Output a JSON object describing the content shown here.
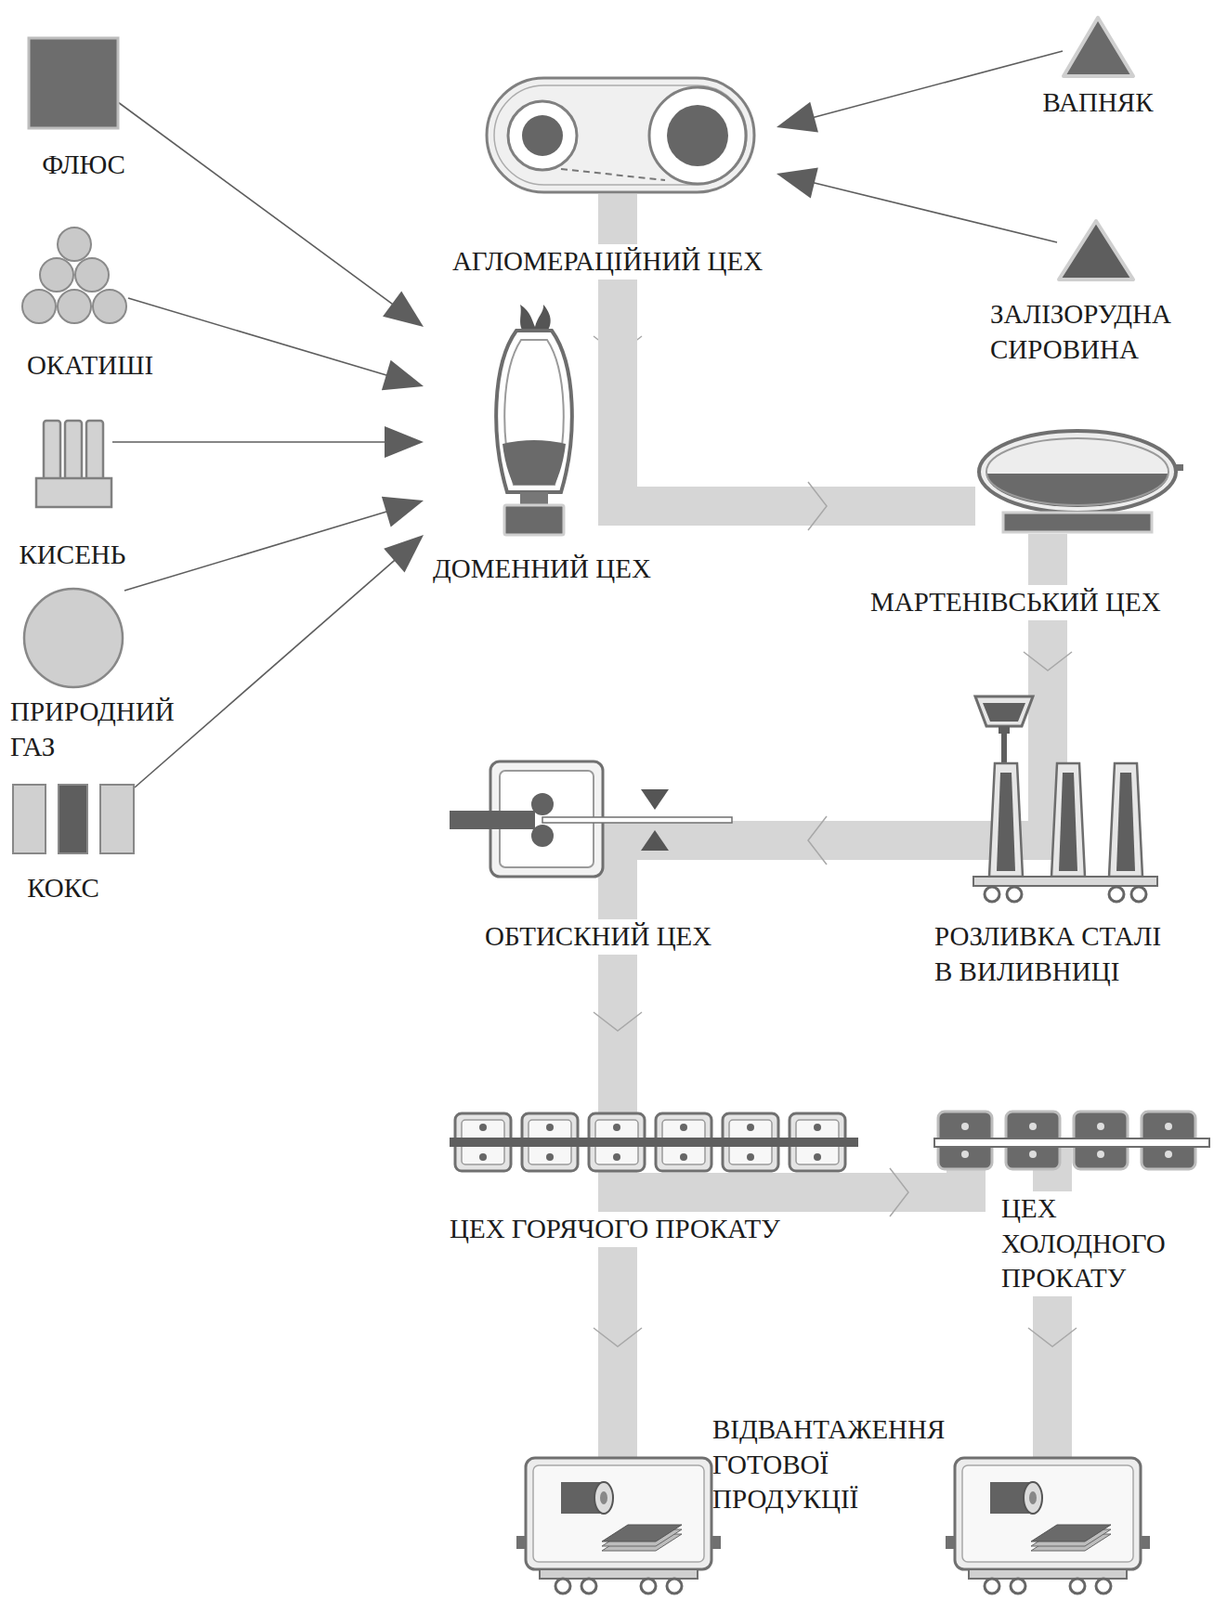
{
  "diagram": {
    "nodes": [
      {
        "text": [
          "ФЛЮС"
        ]
      },
      {
        "text": [
          "АГЛОМЕРАЦІЙНИЙ ЦЕХ"
        ]
      },
      {
        "text": [
          "ВАПНЯК"
        ]
      },
      {
        "text": [
          "ОКАТИШІ"
        ]
      },
      {
        "text": [
          "ЗАЛІЗОРУДНА СИРОВИНА"
        ]
      },
      {
        "text": [
          "КИСЕНЬ"
        ]
      },
      {
        "text": [
          "ДОМЕННИЙ ЦЕХ"
        ]
      },
      {
        "text": [
          "МАРТЕНІВСЬКИЙ ЦЕХ"
        ]
      },
      {
        "text": [
          "ПРИРОДНИЙ ГАЗ"
        ]
      },
      {
        "text": [
          "КОКС"
        ]
      },
      {
        "text": [
          "ОБТИСКНИЙ ЦЕХ"
        ]
      },
      {
        "text": [
          "РОЗЛИВКА СТАЛІ В ВИЛИВНИЦІ"
        ]
      },
      {
        "text": [
          "ЦЕХ ГОРЯЧОГО ПРОКАТУ"
        ]
      },
      {
        "text": [
          "ЦЕХ ХОЛОДНОГО ПРОКАТУ"
        ]
      },
      {
        "text": [
          "ВІДВАНТАЖЕННЯ ГОТОВОЇ ПРОДУКЦІЇ"
        ]
      }
    ],
    "edges": [
      {
        "from": 2,
        "to": 1,
        "arrow": "to"
      },
      {
        "from": 4,
        "to": 1,
        "arrow": "to"
      },
      {
        "from": 0,
        "to": 6,
        "arrow": "to"
      },
      {
        "from": 3,
        "to": 6,
        "arrow": "to"
      },
      {
        "from": 5,
        "to": 6,
        "arrow": "to"
      },
      {
        "from": 8,
        "to": 6,
        "arrow": "to"
      },
      {
        "from": 9,
        "to": 6,
        "arrow": "to"
      },
      {
        "from": 1,
        "to": 6,
        "arrow": "to"
      },
      {
        "from": 6,
        "to": 7,
        "arrow": "to"
      },
      {
        "from": 7,
        "to": 11,
        "arrow": "to"
      },
      {
        "from": 11,
        "to": 10,
        "arrow": "to"
      },
      {
        "from": 10,
        "to": 12,
        "arrow": "to"
      },
      {
        "from": 12,
        "to": 13,
        "arrow": "to"
      },
      {
        "from": 12,
        "to": 14,
        "arrow": "to"
      }
    ]
  }
}
